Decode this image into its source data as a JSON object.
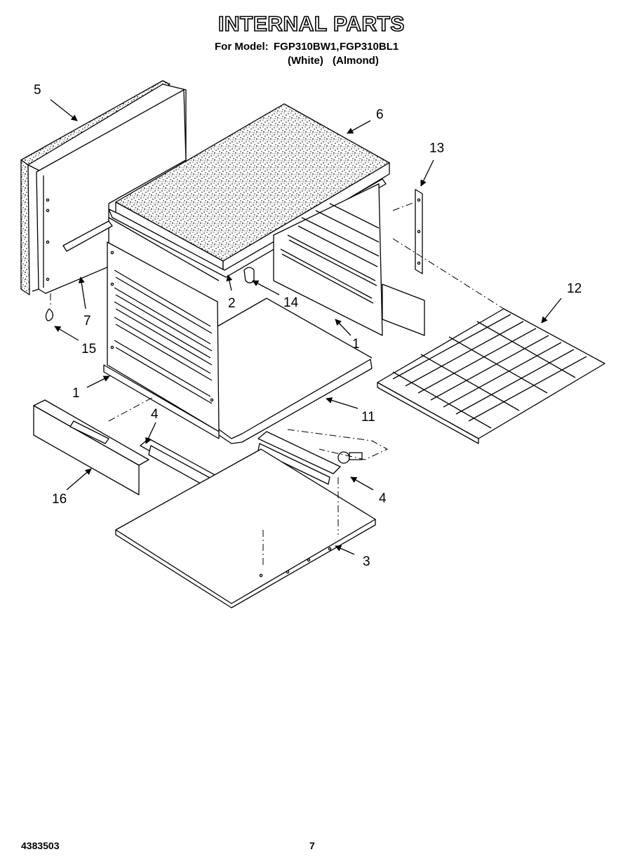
{
  "header": {
    "title": "INTERNAL PARTS",
    "model_prefix": "For Model:",
    "models": [
      "FGP310BW1,",
      "FGP310BL1"
    ],
    "colors": [
      "(White)",
      "(Almond)"
    ]
  },
  "diagram": {
    "callouts": [
      "5",
      "6",
      "13",
      "7",
      "2",
      "14",
      "12",
      "15",
      "1",
      "1",
      "11",
      "4",
      "4",
      "16",
      "3"
    ]
  },
  "footer": {
    "doc_number": "4383503",
    "page_number": "7"
  }
}
